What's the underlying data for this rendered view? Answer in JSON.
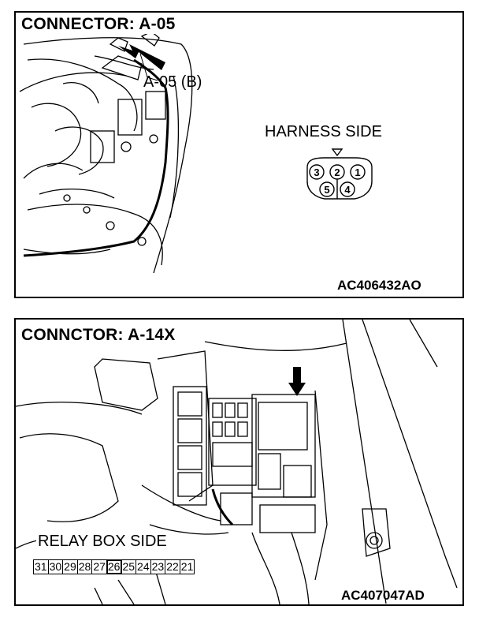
{
  "panel1": {
    "title": "CONNECTOR: A-05",
    "callout": "A-05 (B)",
    "side_label": "HARNESS SIDE",
    "pins": [
      {
        "num": "3"
      },
      {
        "num": "2"
      },
      {
        "num": "1"
      },
      {
        "num": "5"
      },
      {
        "num": "4"
      }
    ],
    "figure_code": "AC406432AO"
  },
  "panel2": {
    "title": "CONNCTOR: A-14X",
    "side_label": "RELAY BOX SIDE",
    "pins": [
      "31",
      "30",
      "29",
      "28",
      "27",
      "26",
      "25",
      "24",
      "23",
      "22",
      "21"
    ],
    "highlighted_pin": "26",
    "figure_code": "AC407047AD"
  }
}
